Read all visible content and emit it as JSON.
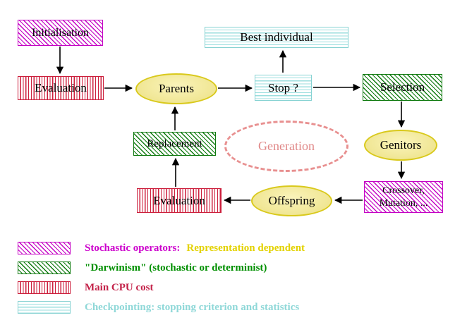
{
  "diagram": {
    "nodes": {
      "initialisation": {
        "label": "Initialisation"
      },
      "evaluation_top": {
        "label": "Evaluation"
      },
      "parents": {
        "label": "Parents"
      },
      "stop": {
        "label": "Stop ?"
      },
      "best_individual": {
        "label": "Best individual"
      },
      "selection": {
        "label": "Selection"
      },
      "genitors": {
        "label": "Genitors"
      },
      "crossover_mutation": {
        "line1": "Crossover,",
        "line2": "Mutation, ..."
      },
      "offspring": {
        "label": "Offspring"
      },
      "evaluation_bottom": {
        "label": "Evaluation"
      },
      "replacement": {
        "label": "Replacement"
      },
      "generation": {
        "label": "Generation"
      }
    },
    "legend": {
      "stochastic": {
        "label": "Stochastic operators:",
        "suffix": "Representation dependent"
      },
      "darwinism": {
        "label": "\"Darwinism\" (stochastic or determinist)"
      },
      "cpu": {
        "label": "Main CPU cost"
      },
      "checkpointing": {
        "label": "Checkpointing: stopping criterion and statistics"
      }
    },
    "colors": {
      "magenta": "#c400c4",
      "green": "#0f7a0f",
      "red": "#cc1f3c",
      "cyan": "#8fd8d8",
      "yellow_fill": "#f0e694",
      "yellow_text": "#e3d200",
      "salmon": "#e89090",
      "arrow": "#000000"
    }
  }
}
